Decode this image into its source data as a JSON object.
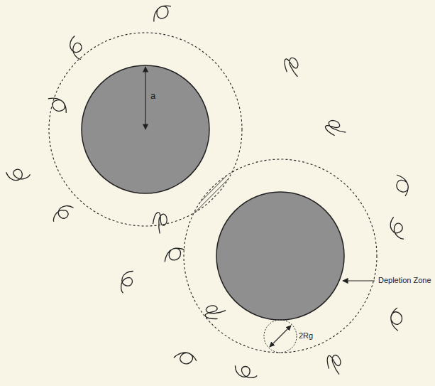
{
  "diagram": {
    "labels": [
      "a",
      "2Rg",
      "Depletion Zone"
    ]
  }
}
